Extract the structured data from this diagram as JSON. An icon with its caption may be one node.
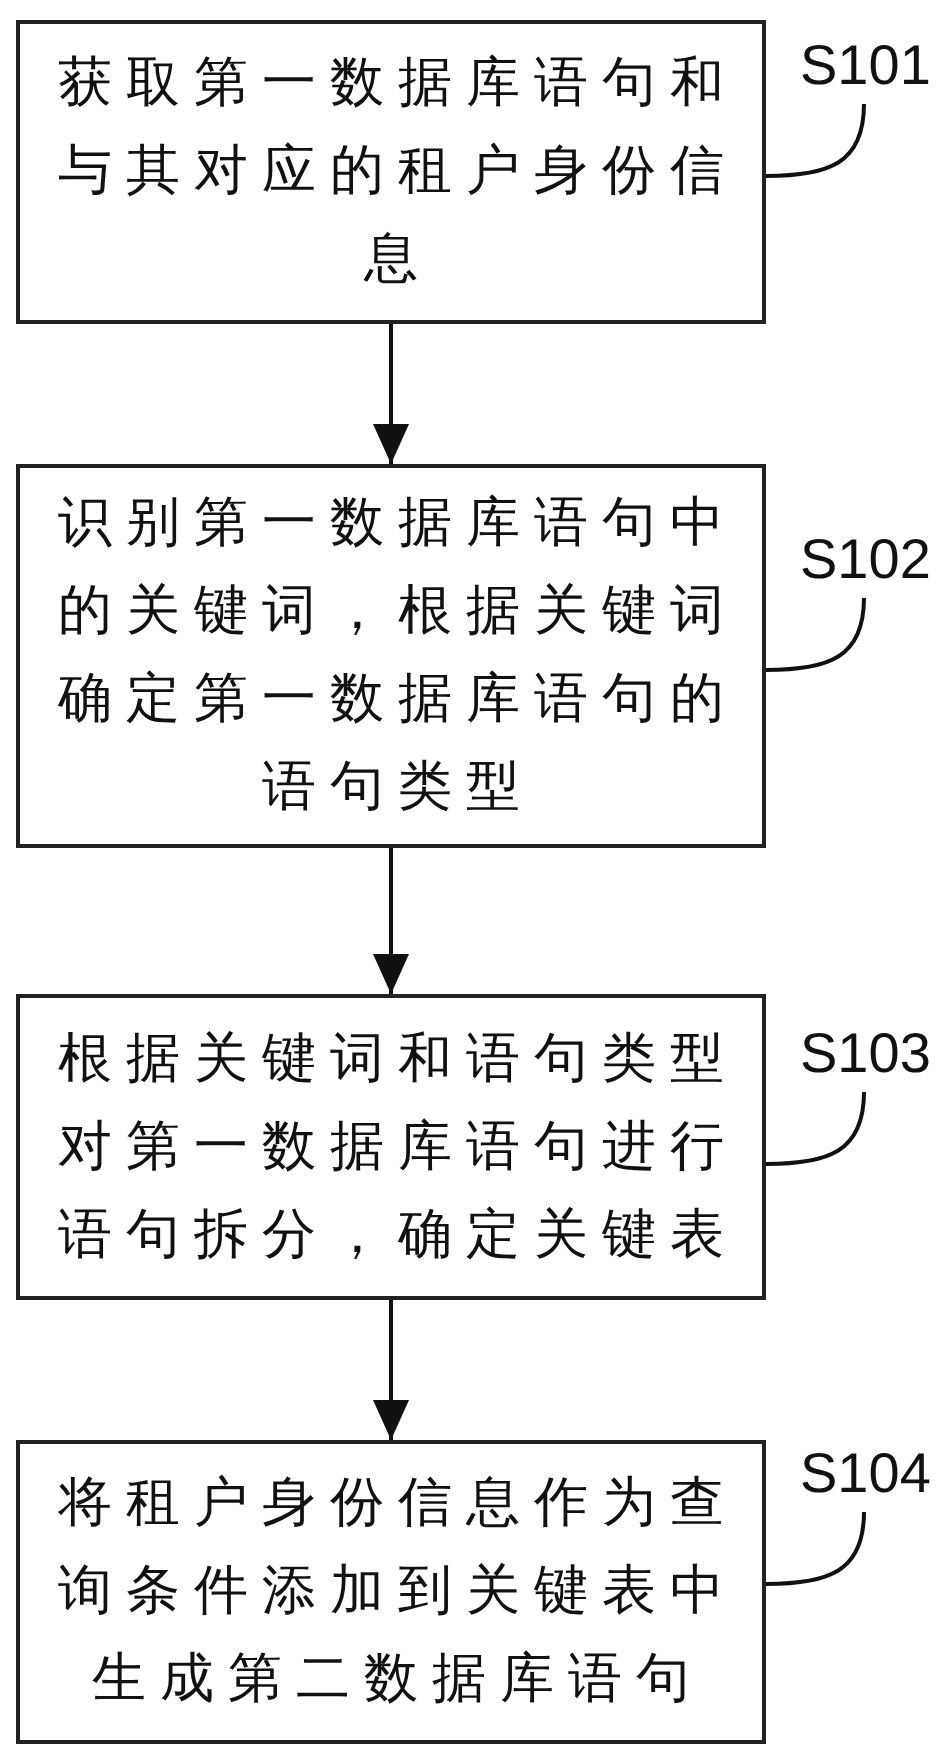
{
  "diagram": {
    "nodes": [
      {
        "text": [
          "获取第一数据库语句和与其对应的租户身份信息"
        ]
      },
      {
        "text": [
          "S101"
        ]
      },
      {
        "text": [
          "识别第一数据库语句中的关键词，根据关键词确定第一数据库语句的语句类型"
        ]
      },
      {
        "text": [
          "S102"
        ]
      },
      {
        "text": [
          "根据关键词和语句类型对第一数据库语句进行语句拆分，确定关键表"
        ]
      },
      {
        "text": [
          "S103"
        ]
      },
      {
        "text": [
          "将租户身份信息作为查询条件添加到关键表中生成第二数据库语句"
        ]
      },
      {
        "text": [
          "S104"
        ]
      }
    ],
    "edges": [
      {
        "from": 0,
        "to": 2,
        "arrow": "to"
      },
      {
        "from": 2,
        "to": 4,
        "arrow": "to"
      },
      {
        "from": 4,
        "to": 6,
        "arrow": "to"
      },
      {
        "from": 1,
        "to": 0,
        "arrow": "none"
      },
      {
        "from": 3,
        "to": 2,
        "arrow": "none"
      },
      {
        "from": 5,
        "to": 4,
        "arrow": "none"
      },
      {
        "from": 7,
        "to": 6,
        "arrow": "none"
      }
    ]
  }
}
